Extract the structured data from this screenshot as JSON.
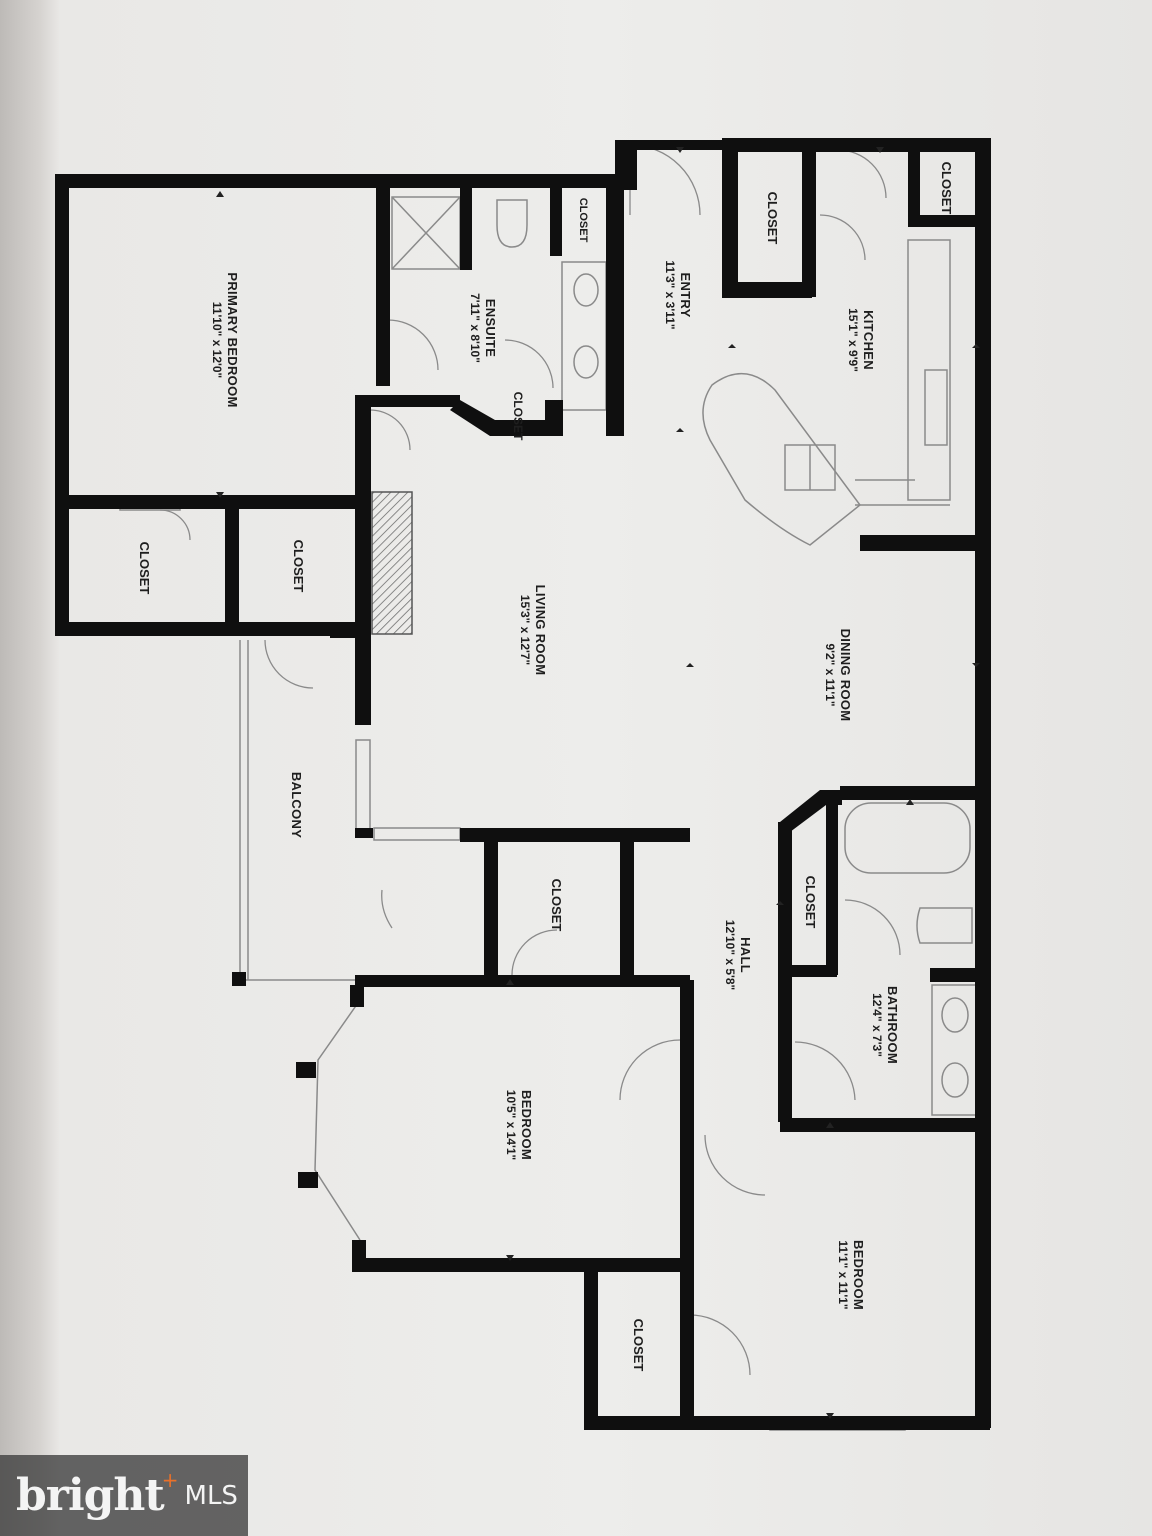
{
  "rooms": {
    "primary_bedroom": {
      "name": "PRIMARY BEDROOM",
      "dim": "11'10\" x 12'0\""
    },
    "ensuite": {
      "name": "ENSUITE",
      "dim": "7'11\" x 8'10\""
    },
    "entry": {
      "name": "ENTRY",
      "dim": "11'3\" x 3'11\""
    },
    "kitchen": {
      "name": "KITCHEN",
      "dim": "15'1\" x 9'9\""
    },
    "living_room": {
      "name": "LIVING ROOM",
      "dim": "15'3\" x 12'7\""
    },
    "dining_room": {
      "name": "DINING ROOM",
      "dim": "9'2\" x 11'1\""
    },
    "balcony": {
      "name": "BALCONY"
    },
    "hall": {
      "name": "HALL",
      "dim": "12'10\" x 5'8\""
    },
    "bathroom": {
      "name": "BATHROOM",
      "dim": "12'4\" x 7'3\""
    },
    "bedroom_2": {
      "name": "BEDROOM",
      "dim": "10'5\" x 14'1\""
    },
    "bedroom_3": {
      "name": "BEDROOM",
      "dim": "11'1\" x 11'1\""
    }
  },
  "closet_label": "CLOSET",
  "watermark": {
    "brand": "bright",
    "plus": "+",
    "suffix": "MLS"
  },
  "colors": {
    "wall": "#0f0f0f",
    "paper": "#ededeb",
    "fixture": "#8a8a8a",
    "accent": "#e8702a"
  }
}
